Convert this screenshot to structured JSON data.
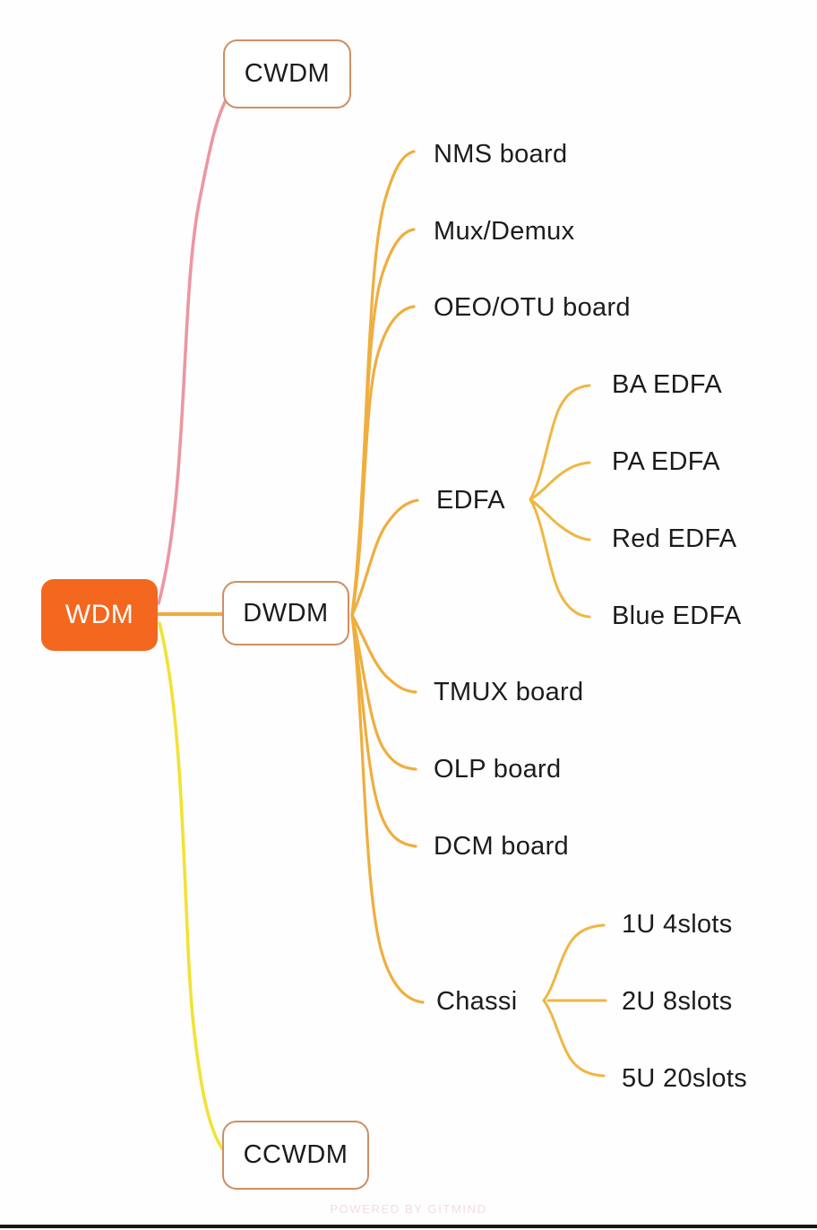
{
  "colors": {
    "bg": "#fefefe",
    "root_fill": "#f4671f",
    "root_text": "#ffffff",
    "box_border": "#ce8f63",
    "box_text": "#1c1c1e",
    "label_text": "#1c1c1e",
    "branch_cwdm": "#eb97a2",
    "branch_dwdm": "#f3a93c",
    "branch_ccwdm": "#f2e235",
    "branch_amber": "#efae3e",
    "branch_sub": "#efb742",
    "watermark_color": "#f3dbe1",
    "edge_line": "#161616"
  },
  "tree": {
    "root": {
      "label": "WDM"
    },
    "branches": [
      {
        "label": "CWDM",
        "children": []
      },
      {
        "label": "DWDM",
        "children": [
          {
            "label": "NMS board"
          },
          {
            "label": "Mux/Demux"
          },
          {
            "label": "OEO/OTU board"
          },
          {
            "label": "EDFA",
            "children": [
              {
                "label": "BA EDFA"
              },
              {
                "label": "PA EDFA"
              },
              {
                "label": "Red EDFA"
              },
              {
                "label": "Blue EDFA"
              }
            ]
          },
          {
            "label": "TMUX board"
          },
          {
            "label": "OLP board"
          },
          {
            "label": "DCM board"
          },
          {
            "label": "Chassi",
            "children": [
              {
                "label": "1U 4slots"
              },
              {
                "label": "2U 8slots"
              },
              {
                "label": "5U 20slots"
              }
            ]
          }
        ]
      },
      {
        "label": "CCWDM",
        "children": []
      }
    ]
  },
  "watermark": "POWERED BY GITMIND"
}
